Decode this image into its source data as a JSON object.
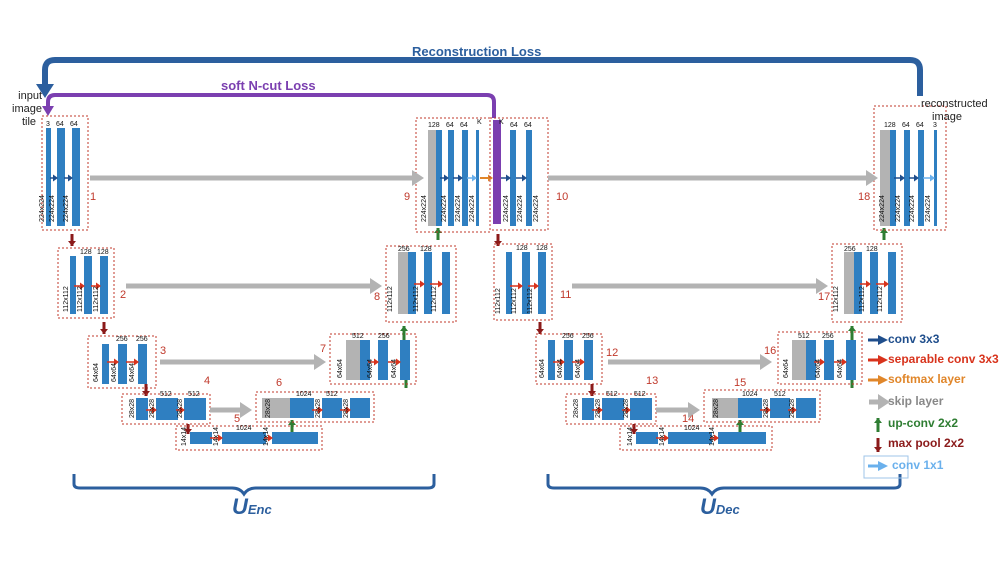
{
  "top": {
    "reconstruction_loss": "Reconstruction Loss",
    "ncut_loss": "soft N-cut Loss",
    "input_label_1": "input",
    "input_label_2": "image",
    "input_label_3": "tile",
    "output_label_1": "reconstructed",
    "output_label_2": "image"
  },
  "colors": {
    "reconstruction_arrow": "#2c5f9e",
    "ncut_arrow": "#7b3fb0",
    "block": "#2f7fc1",
    "skip": "#b3b3b3",
    "softmax": "#e0862a",
    "upconv": "#2e7d32",
    "maxpool": "#8b1a1a",
    "separable": "#d8331c",
    "conv3x3": "#1f4e8c",
    "conv1x1": "#6ab0ec",
    "purple_block": "#7b3fb0",
    "stage_number": "#c0392b"
  },
  "encoder": {
    "name": "U",
    "sub": "Enc",
    "stages": [
      {
        "num": "1",
        "channels": [
          "3",
          "64",
          "64"
        ],
        "size": [
          "224x224",
          "224x224",
          "224x224"
        ]
      },
      {
        "num": "2",
        "channels": [
          "128",
          "128"
        ],
        "size": [
          "112x112",
          "112x112",
          "112x112"
        ]
      },
      {
        "num": "3",
        "channels": [
          "256",
          "256"
        ],
        "size": [
          "64x64",
          "64x64",
          "64x64"
        ]
      },
      {
        "num": "4",
        "channels": [
          "512",
          "512"
        ],
        "size": [
          "28x28",
          "28x28",
          "28x28"
        ]
      },
      {
        "num": "5",
        "channels": [
          "1024"
        ],
        "size": [
          "14x14",
          "14x14",
          "14x14"
        ]
      },
      {
        "num": "6",
        "channels": [
          "1024",
          "512"
        ],
        "size": [
          "28x28",
          "28x28",
          "28x28"
        ]
      },
      {
        "num": "7",
        "channels": [
          "512",
          "256"
        ],
        "size": [
          "64x64",
          "64x64",
          "64x64"
        ]
      },
      {
        "num": "8",
        "channels": [
          "256",
          "128"
        ],
        "size": [
          "112x112",
          "112x112",
          "112x112"
        ]
      },
      {
        "num": "9",
        "channels": [
          "128",
          "64",
          "64",
          "K"
        ],
        "size": [
          "224x224",
          "224x224",
          "224x224",
          "224x224"
        ]
      }
    ]
  },
  "decoder": {
    "name": "U",
    "sub": "Dec",
    "stages": [
      {
        "num": "10",
        "channels": [
          "K",
          "64",
          "64"
        ],
        "size": [
          "224x224",
          "224x224",
          "224x224"
        ]
      },
      {
        "num": "11",
        "channels": [
          "128",
          "128"
        ],
        "size": [
          "112x112",
          "112x112",
          "112x112"
        ]
      },
      {
        "num": "12",
        "channels": [
          "256",
          "256"
        ],
        "size": [
          "64x64",
          "64x64",
          "64x64"
        ]
      },
      {
        "num": "13",
        "channels": [
          "512",
          "512"
        ],
        "size": [
          "28x28",
          "28x28",
          "28x28"
        ]
      },
      {
        "num": "14",
        "channels": [
          "1024"
        ],
        "size": [
          "14x14",
          "14x14",
          "14x14"
        ]
      },
      {
        "num": "15",
        "channels": [
          "1024",
          "512"
        ],
        "size": [
          "28x28",
          "28x28",
          "28x28"
        ]
      },
      {
        "num": "16",
        "channels": [
          "512",
          "256"
        ],
        "size": [
          "64x64",
          "64x64",
          "64x64"
        ]
      },
      {
        "num": "17",
        "channels": [
          "256",
          "128"
        ],
        "size": [
          "112x112",
          "112x112",
          "112x112"
        ]
      },
      {
        "num": "18",
        "channels": [
          "128",
          "64",
          "64",
          "3"
        ],
        "size": [
          "224x224",
          "224x224",
          "224x224",
          "224x224"
        ]
      }
    ]
  },
  "legend": [
    {
      "label": "conv 3x3",
      "color": "#1f4e8c",
      "icon": "arrow-right-icon"
    },
    {
      "label": "separable conv 3x3",
      "color": "#d8331c",
      "icon": "arrow-right-icon"
    },
    {
      "label": "softmax layer",
      "color": "#e0862a",
      "icon": "arrow-right-icon"
    },
    {
      "label": "skip layer",
      "color": "#888888",
      "icon": "arrow-right-icon"
    },
    {
      "label": "up-conv 2x2",
      "color": "#2e7d32",
      "icon": "arrow-up-icon"
    },
    {
      "label": "max pool 2x2",
      "color": "#8b1a1a",
      "icon": "arrow-down-icon"
    },
    {
      "label": "conv 1x1",
      "color": "#6ab0ec",
      "icon": "arrow-right-icon"
    }
  ]
}
